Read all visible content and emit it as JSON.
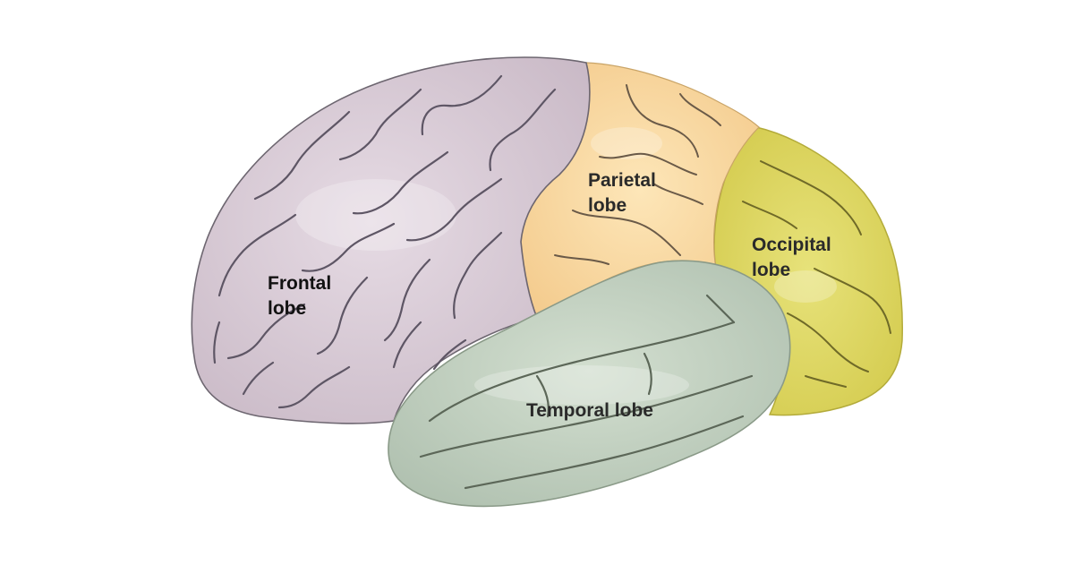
{
  "colors": {
    "frontal": "#d9cbd6",
    "parietal": "#f8d9a0",
    "occipital": "#dcd562",
    "temporal": "#c3d2c1",
    "sulcus": "#5a5560",
    "outline": "#6d6670"
  },
  "labels": {
    "frontal": {
      "line1": "Frontal",
      "line2": "lobe"
    },
    "parietal": {
      "line1": "Parietal",
      "line2": "lobe"
    },
    "occipital": {
      "line1": "Occipital",
      "line2": "lobe"
    },
    "temporal": {
      "line1": "Temporal lobe"
    }
  }
}
